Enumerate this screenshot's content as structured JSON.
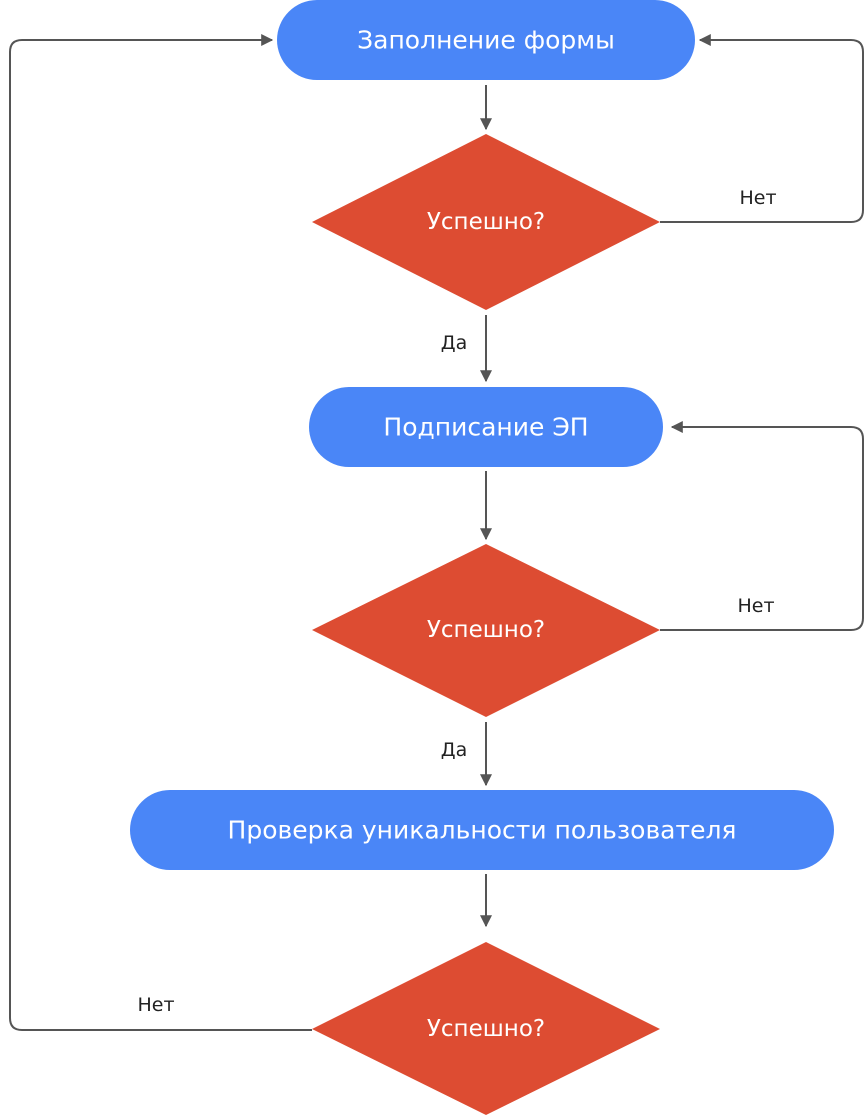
{
  "colors": {
    "process": "#4A86F7",
    "decision": "#DD4C32",
    "connector": "#555555",
    "background": "#FFFFFF"
  },
  "nodes": {
    "fill_form": {
      "label": "Заполнение формы"
    },
    "check1": {
      "label": "Успешно?"
    },
    "sign": {
      "label": "Подписание ЭП"
    },
    "check2": {
      "label": "Успешно?"
    },
    "verify_user": {
      "label": "Проверка уникальности пользователя"
    },
    "check3": {
      "label": "Успешно?"
    }
  },
  "edges": {
    "check1_yes": {
      "label": "Да"
    },
    "check1_no": {
      "label": "Нет"
    },
    "check2_yes": {
      "label": "Да"
    },
    "check2_no": {
      "label": "Нет"
    },
    "check3_no": {
      "label": "Нет"
    }
  }
}
